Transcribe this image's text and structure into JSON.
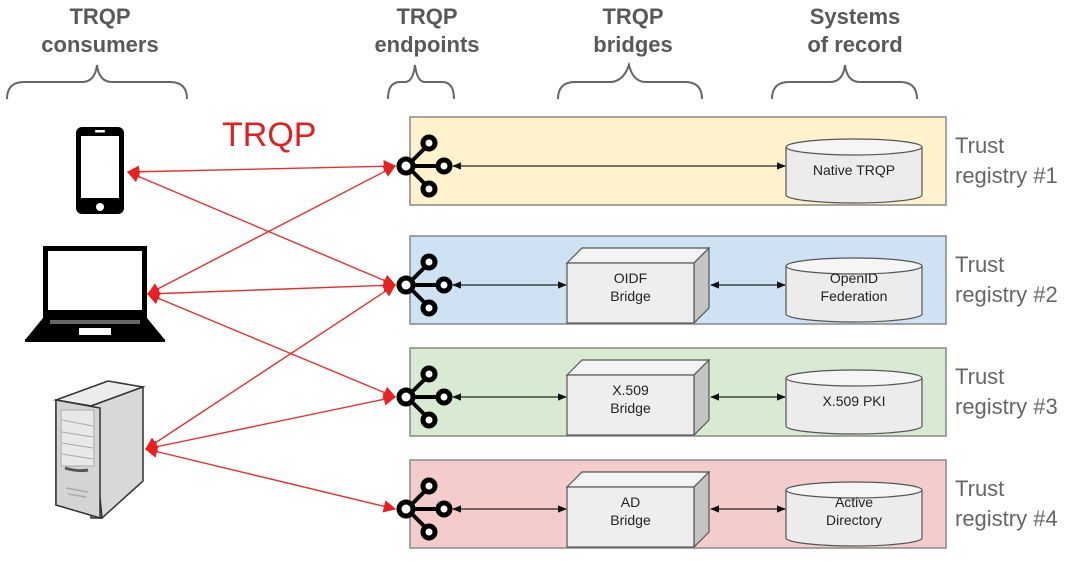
{
  "columns": [
    {
      "line1": "TRQP",
      "line2": "consumers"
    },
    {
      "line1": "TRQP",
      "line2": "endpoints"
    },
    {
      "line1": "TRQP",
      "line2": "bridges"
    },
    {
      "line1": "Systems",
      "line2": "of record"
    }
  ],
  "protocol_label": "TRQP",
  "consumers": [
    {
      "name": "phone",
      "icon": "smartphone-icon"
    },
    {
      "name": "laptop",
      "icon": "laptop-icon"
    },
    {
      "name": "server",
      "icon": "server-icon"
    }
  ],
  "registries": [
    {
      "label_line1": "Trust",
      "label_line2": "registry #1",
      "color": "#fff2cc",
      "bridge": null,
      "system_line1": "Native TRQP",
      "system_line2": ""
    },
    {
      "label_line1": "Trust",
      "label_line2": "registry #2",
      "color": "#cfe2f3",
      "bridge": {
        "line1": "OIDF",
        "line2": "Bridge"
      },
      "system_line1": "OpenID",
      "system_line2": "Federation"
    },
    {
      "label_line1": "Trust",
      "label_line2": "registry #3",
      "color": "#d9ead3",
      "bridge": {
        "line1": "X.509",
        "line2": "Bridge"
      },
      "system_line1": "X.509 PKI",
      "system_line2": ""
    },
    {
      "label_line1": "Trust",
      "label_line2": "registry #4",
      "color": "#f4cccc",
      "bridge": {
        "line1": "AD",
        "line2": "Bridge"
      },
      "system_line1": "Active",
      "system_line2": "Directory"
    }
  ],
  "connections": [
    {
      "from": "phone",
      "to": "registry-1"
    },
    {
      "from": "phone",
      "to": "registry-2"
    },
    {
      "from": "laptop",
      "to": "registry-1"
    },
    {
      "from": "laptop",
      "to": "registry-2"
    },
    {
      "from": "laptop",
      "to": "registry-3"
    },
    {
      "from": "server",
      "to": "registry-2"
    },
    {
      "from": "server",
      "to": "registry-3"
    },
    {
      "from": "server",
      "to": "registry-4"
    }
  ],
  "colors": {
    "protocol_arrows": "#e53030",
    "internal_arrows": "#222222"
  }
}
